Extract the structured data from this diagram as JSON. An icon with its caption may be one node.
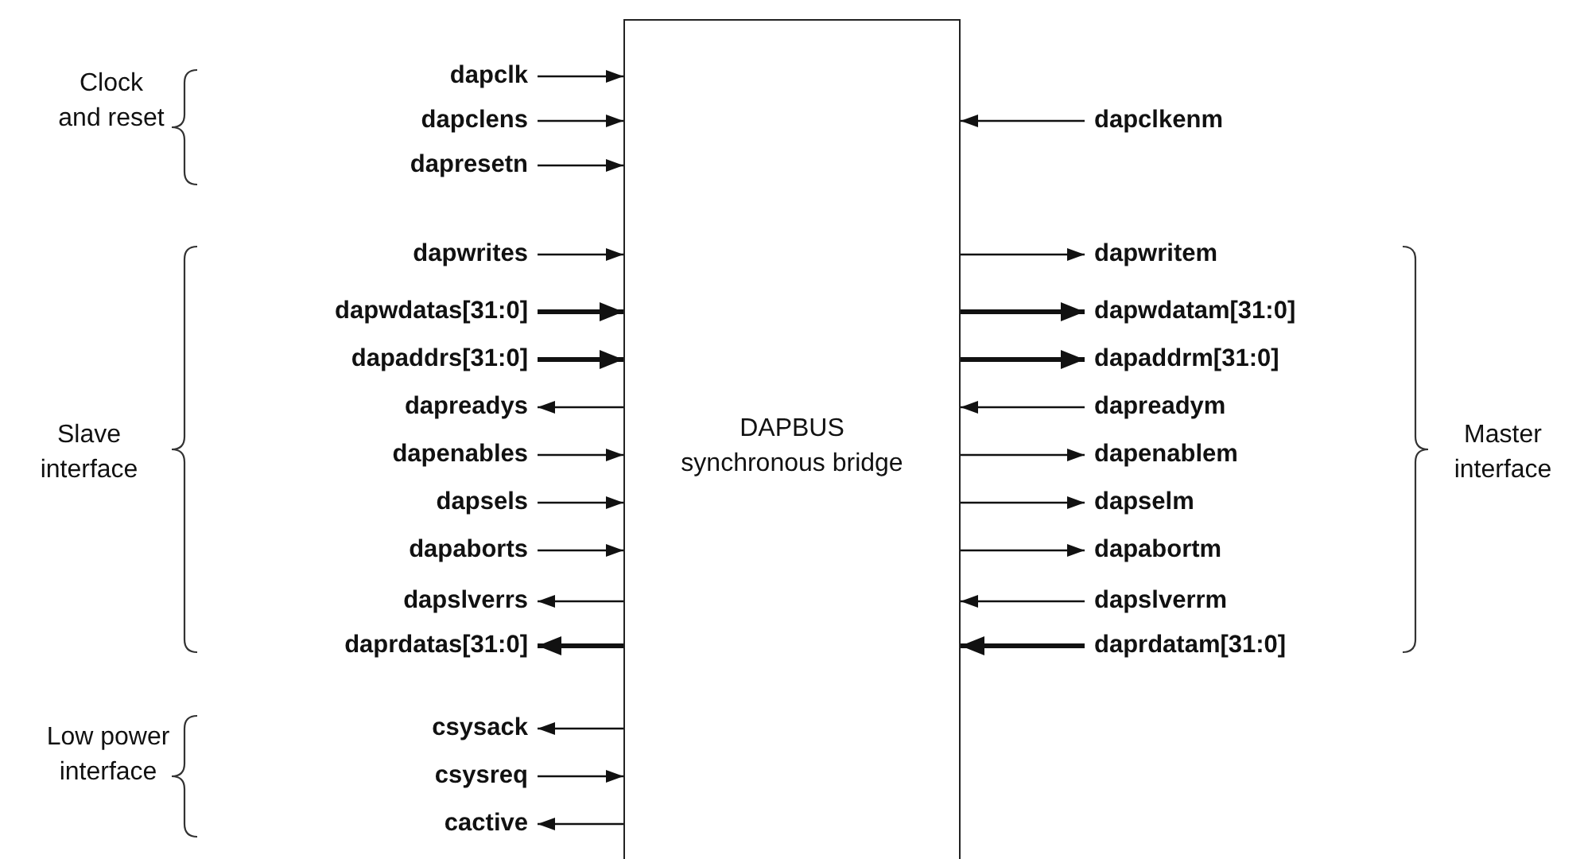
{
  "diagram": {
    "nodes": [
      {
        "text": [
          "DAPBUS synchronous bridge"
        ]
      },
      {
        "text": [
          "dapclk"
        ]
      },
      {
        "text": [
          "dapclens"
        ]
      },
      {
        "text": [
          "dapresetn"
        ]
      },
      {
        "text": [
          "dapwrites"
        ]
      },
      {
        "text": [
          "dapwdatas[31:0]"
        ]
      },
      {
        "text": [
          "dapaddrs[31:0]"
        ]
      },
      {
        "text": [
          "dapreadys"
        ]
      },
      {
        "text": [
          "dapenables"
        ]
      },
      {
        "text": [
          "dapsels"
        ]
      },
      {
        "text": [
          "dapaborts"
        ]
      },
      {
        "text": [
          "dapslverrs"
        ]
      },
      {
        "text": [
          "daprdatas[31:0]"
        ]
      },
      {
        "text": [
          "csysack"
        ]
      },
      {
        "text": [
          "csysreq"
        ]
      },
      {
        "text": [
          "cactive"
        ]
      },
      {
        "text": [
          "dapclkenm"
        ]
      },
      {
        "text": [
          "dapwritem"
        ]
      },
      {
        "text": [
          "dapwdatam[31:0]"
        ]
      },
      {
        "text": [
          "dapaddrm[31:0]"
        ]
      },
      {
        "text": [
          "dapreadym"
        ]
      },
      {
        "text": [
          "dapenablem"
        ]
      },
      {
        "text": [
          "dapselm"
        ]
      },
      {
        "text": [
          "dapabortm"
        ]
      },
      {
        "text": [
          "dapslverrm"
        ]
      },
      {
        "text": [
          "daprdatam[31:0]"
        ]
      }
    ],
    "edges": [
      {
        "from": 1,
        "to": 0,
        "arrow": "to"
      },
      {
        "from": 2,
        "to": 0,
        "arrow": "to"
      },
      {
        "from": 3,
        "to": 0,
        "arrow": "to"
      },
      {
        "from": 4,
        "to": 0,
        "arrow": "to"
      },
      {
        "from": 5,
        "to": 0,
        "arrow": "to",
        "style": "thick"
      },
      {
        "from": 6,
        "to": 0,
        "arrow": "to",
        "style": "thick"
      },
      {
        "from": 0,
        "to": 7,
        "arrow": "to"
      },
      {
        "from": 8,
        "to": 0,
        "arrow": "to"
      },
      {
        "from": 9,
        "to": 0,
        "arrow": "to"
      },
      {
        "from": 10,
        "to": 0,
        "arrow": "to"
      },
      {
        "from": 0,
        "to": 11,
        "arrow": "to"
      },
      {
        "from": 0,
        "to": 12,
        "arrow": "to",
        "style": "thick"
      },
      {
        "from": 0,
        "to": 13,
        "arrow": "to"
      },
      {
        "from": 14,
        "to": 0,
        "arrow": "to"
      },
      {
        "from": 0,
        "to": 15,
        "arrow": "to"
      },
      {
        "from": 16,
        "to": 0,
        "arrow": "to"
      },
      {
        "from": 0,
        "to": 17,
        "arrow": "to"
      },
      {
        "from": 0,
        "to": 18,
        "arrow": "to",
        "style": "thick"
      },
      {
        "from": 0,
        "to": 19,
        "arrow": "to",
        "style": "thick"
      },
      {
        "from": 20,
        "to": 0,
        "arrow": "to"
      },
      {
        "from": 0,
        "to": 21,
        "arrow": "to"
      },
      {
        "from": 0,
        "to": 22,
        "arrow": "to"
      },
      {
        "from": 0,
        "to": 23,
        "arrow": "to"
      },
      {
        "from": 24,
        "to": 0,
        "arrow": "to"
      },
      {
        "from": 25,
        "to": 0,
        "arrow": "to",
        "style": "thick"
      }
    ],
    "labels": [
      "Clock and reset",
      "Slave interface",
      "Master interface",
      "Low power interface"
    ]
  }
}
